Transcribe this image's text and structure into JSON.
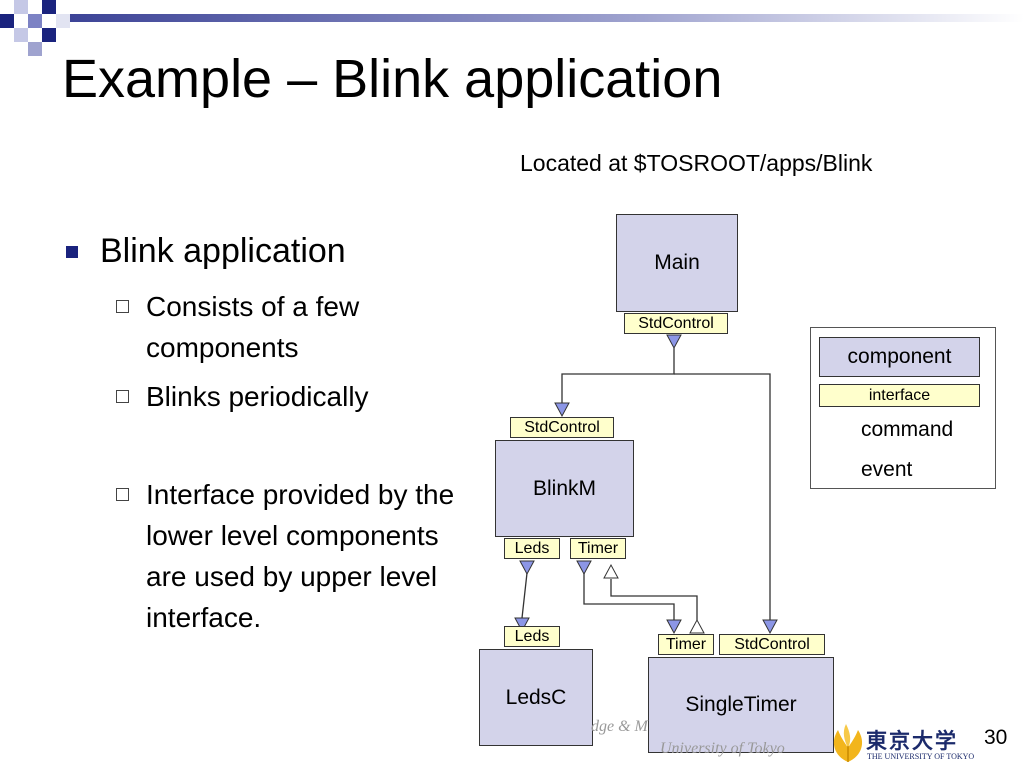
{
  "slide": {
    "title": "Example – Blink application",
    "located": "Located at $TOSROOT/apps/Blink",
    "bullet": "Blink application",
    "subbullets": [
      "Consists of a few components",
      "Blinks periodically",
      "Interface provided by the lower level components are used by upper level interface."
    ],
    "page_number": "30"
  },
  "diagram": {
    "main": {
      "name": "Main",
      "iface": "StdControl"
    },
    "blinkm": {
      "name": "BlinkM",
      "iface_top": "StdControl",
      "iface_leds": "Leds",
      "iface_timer": "Timer"
    },
    "ledsc": {
      "name": "LedsC",
      "iface": "Leds"
    },
    "singletimer": {
      "name": "SingleTimer",
      "iface_timer": "Timer",
      "iface_stdcontrol": "StdControl"
    }
  },
  "legend": {
    "component": "component",
    "interface": "interface",
    "command": "command",
    "event": "event"
  },
  "footer": {
    "text1": "dge & M",
    "text2": "University of Tokyo",
    "logo_kanji": "東京大学",
    "logo_sub": "THE UNIVERSITY OF TOKYO"
  },
  "colors": {
    "component_fill": "#d3d3ea",
    "interface_fill": "#ffffcc",
    "command_fill": "#8c96e6",
    "header_navy": "#1a237e"
  }
}
